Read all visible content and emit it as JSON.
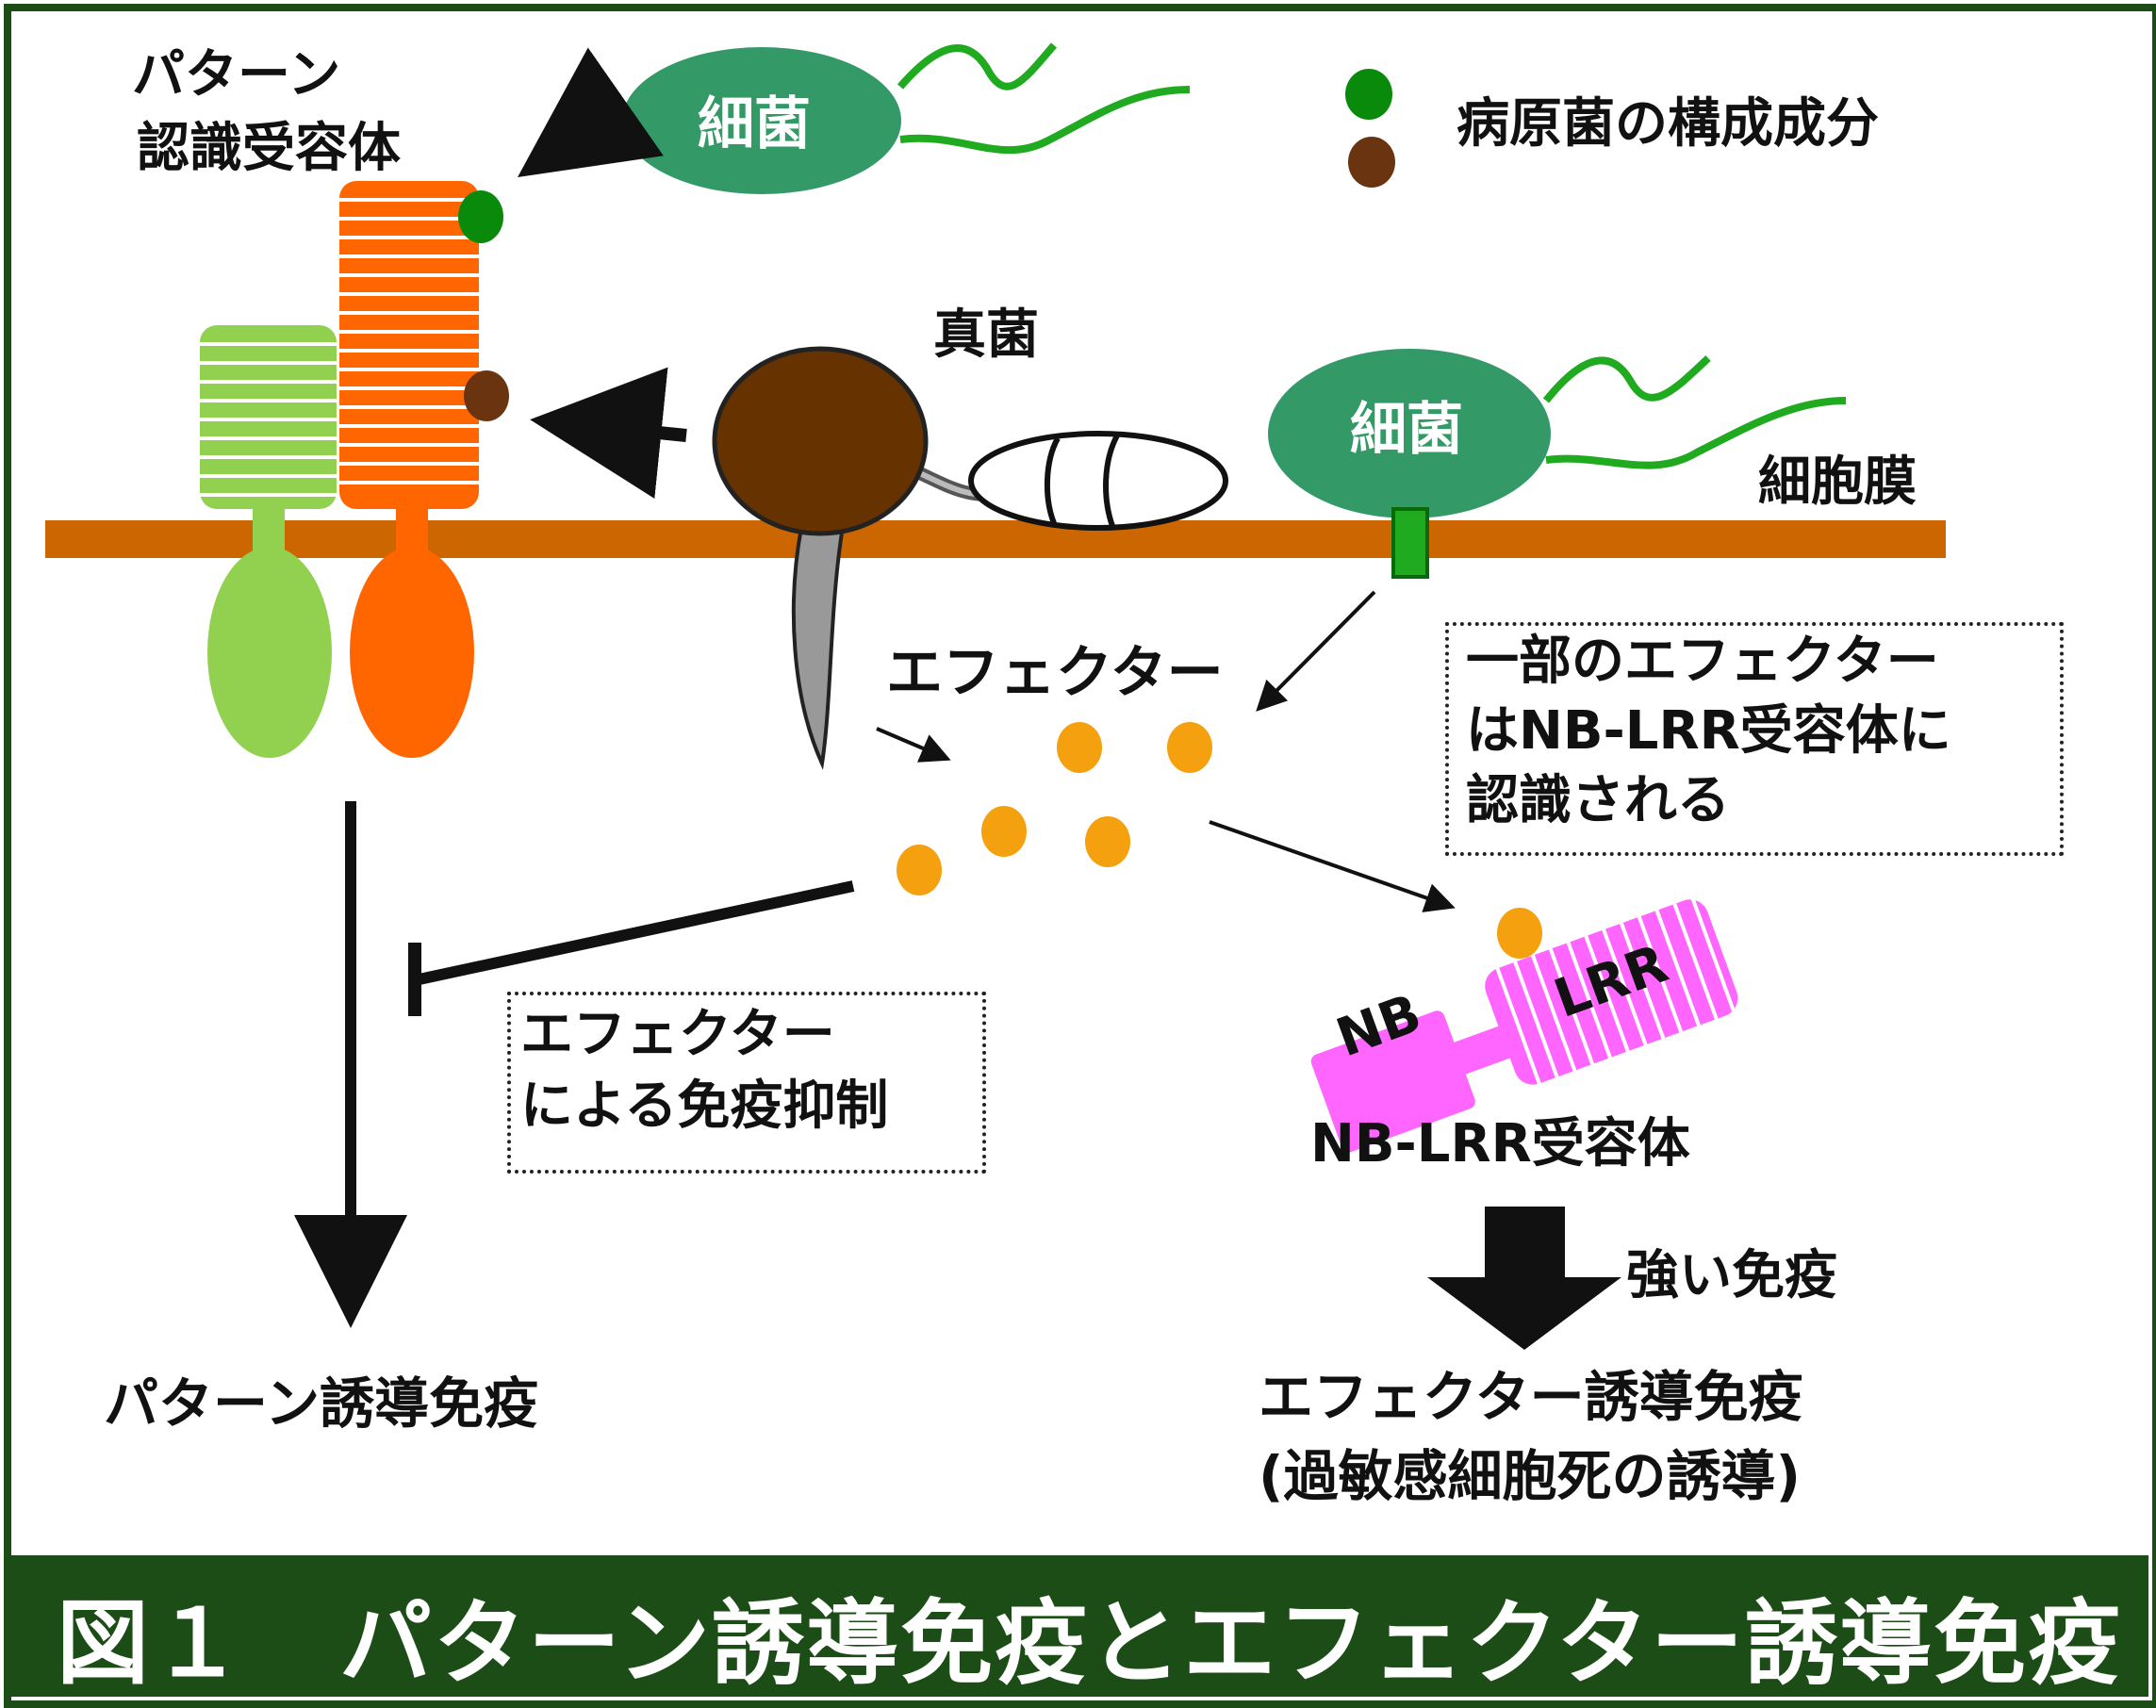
{
  "labels": {
    "pattern_receptor_line1": "パターン",
    "pattern_receptor_line2": "認識受容体",
    "bacterium_top": "細菌",
    "legend_text": "病原菌の構成成分",
    "fungus": "真菌",
    "bacterium_mid": "細菌",
    "cell_membrane": "細胞膜",
    "effector": "エフェクター",
    "note_nblrr_line1": "一部のエフェクター",
    "note_nblrr_line2": "はNB-LRR受容体に",
    "note_nblrr_line3": "認識される",
    "note_suppress_line1": "エフェクター",
    "note_suppress_line2": "による免疫抑制",
    "nb": "NB",
    "lrr": "LRR",
    "nblrr_receptor": "NB-LRR受容体",
    "strong_immunity": "強い免疫",
    "pattern_immunity": "パターン誘導免疫",
    "effector_immunity_line1": "エフェクター誘導免疫",
    "effector_immunity_line2": "(過敏感細胞死の誘導)"
  },
  "caption": "図１　パターン誘導免疫とエフェクター誘導免疫",
  "colors": {
    "frame": "#1d4d16",
    "membrane": "#cc6600",
    "pattern_receptor": "#ff6600",
    "co_receptor": "#92d050",
    "bacterium": "#339966",
    "flagellum": "#1faa1f",
    "pathogen_component_green": "#0a8a0a",
    "pathogen_component_brown": "#6b3410",
    "fungus": "#663300",
    "fungus_hypha": "#999999",
    "effector": "#f5a00f",
    "nblrr": "#ff66ff"
  }
}
